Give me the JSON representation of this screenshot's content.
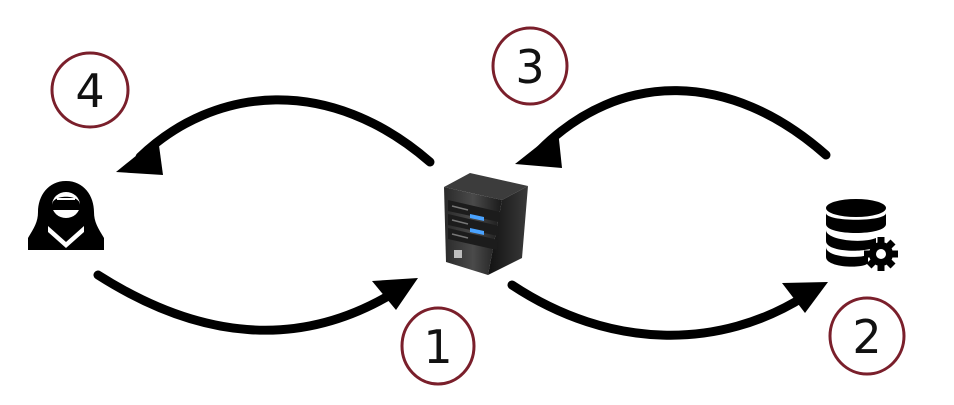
{
  "diagram": {
    "nodes": [
      {
        "id": "attacker",
        "icon": "hooded-hacker-icon"
      },
      {
        "id": "server",
        "icon": "server-tower-icon"
      },
      {
        "id": "database",
        "icon": "database-gear-icon"
      }
    ],
    "steps": [
      {
        "label": "1",
        "from": "attacker",
        "to": "server"
      },
      {
        "label": "2",
        "from": "server",
        "to": "database"
      },
      {
        "label": "3",
        "from": "database",
        "to": "server"
      },
      {
        "label": "4",
        "from": "server",
        "to": "attacker"
      }
    ],
    "colors": {
      "arrow": "#000000",
      "circle_stroke": "#7a1f2b",
      "number_text": "#111111"
    }
  }
}
